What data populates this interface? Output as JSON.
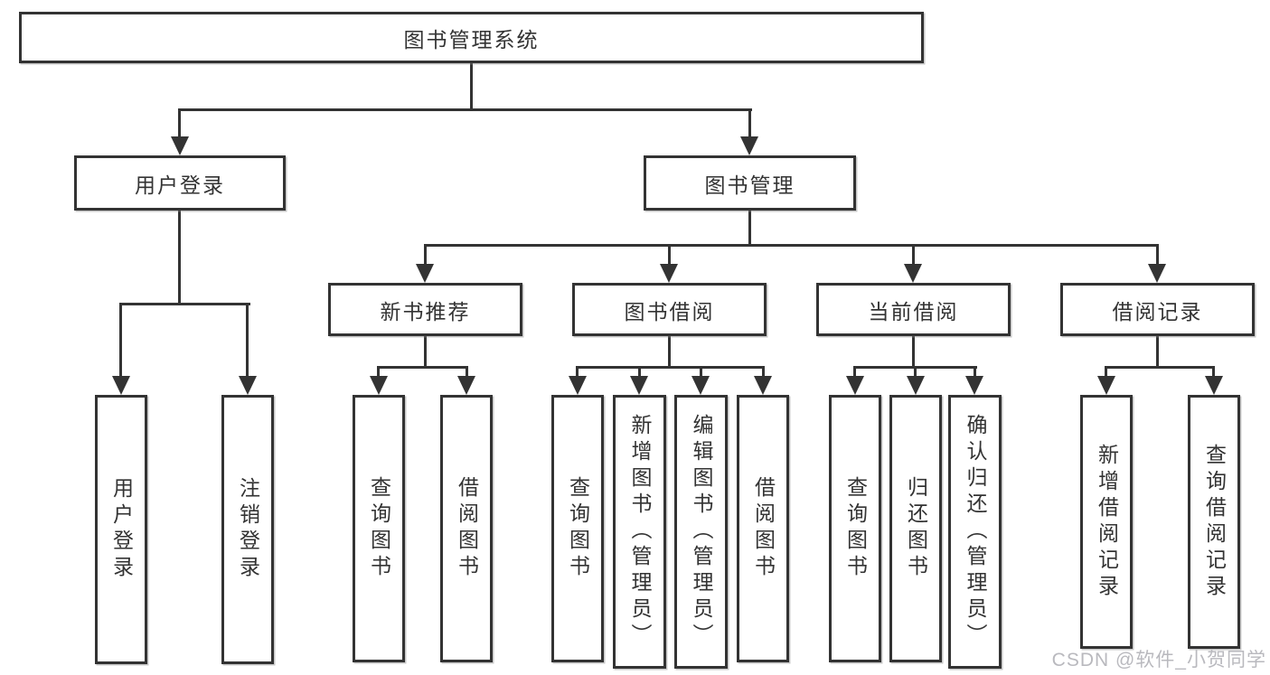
{
  "root": {
    "label": "图书管理系统"
  },
  "level2": [
    {
      "label": "用户登录",
      "children": [
        {
          "label": "用户登录"
        },
        {
          "label": "注销登录"
        }
      ]
    },
    {
      "label": "图书管理",
      "children": [
        {
          "label": "新书推荐",
          "children": [
            {
              "label": "查询图书"
            },
            {
              "label": "借阅图书"
            }
          ]
        },
        {
          "label": "图书借阅",
          "children": [
            {
              "label": "查询图书"
            },
            {
              "label": "新增图书（管理员）"
            },
            {
              "label": "编辑图书（管理员）"
            },
            {
              "label": "借阅图书"
            }
          ]
        },
        {
          "label": "当前借阅",
          "children": [
            {
              "label": "查询图书"
            },
            {
              "label": "归还图书"
            },
            {
              "label": "确认归还（管理员）"
            }
          ]
        },
        {
          "label": "借阅记录",
          "children": [
            {
              "label": "新增借阅记录"
            },
            {
              "label": "查询借阅记录"
            }
          ]
        }
      ]
    }
  ],
  "watermark": {
    "text": "CSDN @软件_小贺同学"
  },
  "colors": {
    "line": "#333333",
    "box_border": "#333333",
    "box_fill": "#ffffff",
    "text": "#333333",
    "watermark": "#b9b9be",
    "background": "#ffffff"
  }
}
